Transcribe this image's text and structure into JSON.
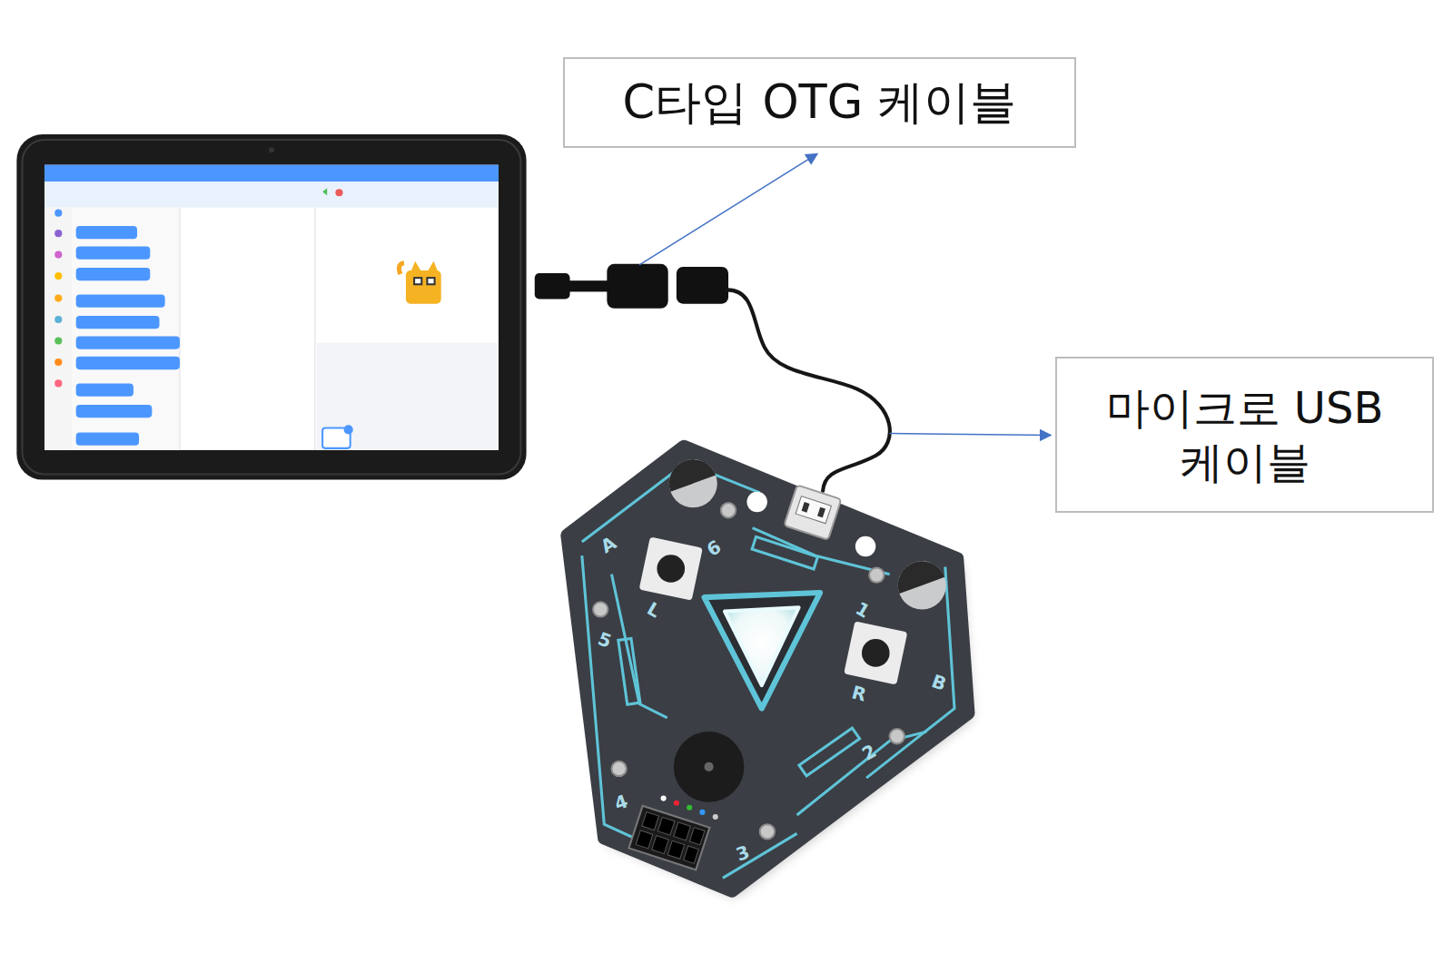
{
  "diagram": {
    "nodes": [
      {
        "text": [
          "C타입 OTG 케이블"
        ]
      },
      {
        "text": [
          "마이크로 USB 케이블"
        ]
      }
    ],
    "labels": [
      "A",
      "6",
      "L",
      "1",
      "5",
      "R",
      "B",
      "2",
      "4",
      "3"
    ]
  }
}
